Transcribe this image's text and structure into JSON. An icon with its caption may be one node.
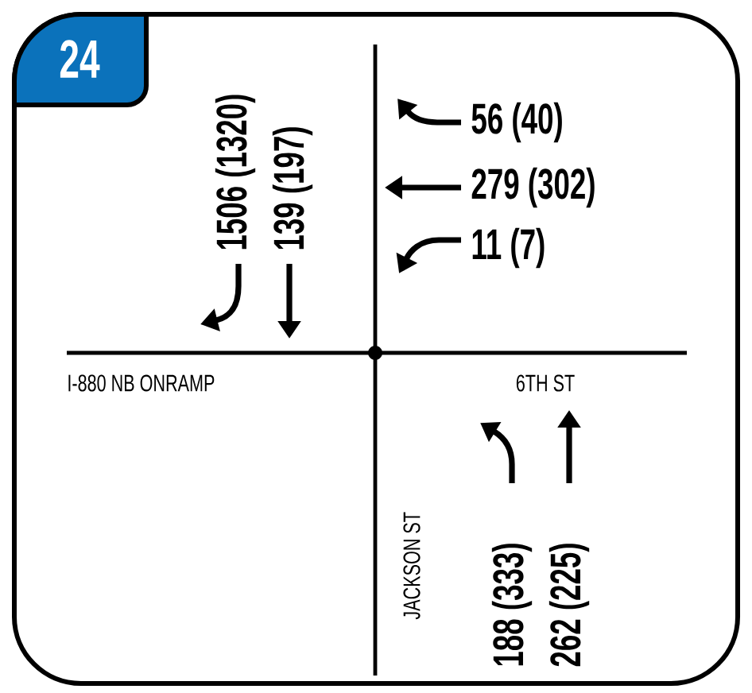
{
  "diagram": {
    "nodes": [
      {
        "text": [
          "24"
        ]
      }
    ],
    "labels": [
      "1506 (1320)",
      "139 (197)",
      "56 (40)",
      "279 (302)",
      "11 (7)",
      "I-880 NB ONRAMP",
      "6TH ST",
      "JACKSON ST",
      "188 (333)",
      "262 (225)"
    ]
  }
}
